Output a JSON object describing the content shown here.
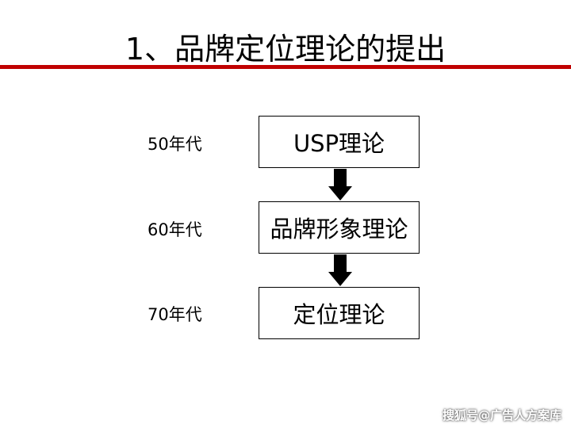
{
  "slide": {
    "title": "1、品牌定位理论的提出"
  },
  "flow": {
    "stages": [
      {
        "era": "50年代",
        "theory": "USP理论"
      },
      {
        "era": "60年代",
        "theory": "品牌形象理论"
      },
      {
        "era": "70年代",
        "theory": "定位理论"
      }
    ]
  },
  "colors": {
    "title_rule": "#c00000",
    "arrow": "#000000"
  },
  "icons": {
    "connector": "down-arrow-icon"
  },
  "watermark": "搜狐号@广告人方案库"
}
